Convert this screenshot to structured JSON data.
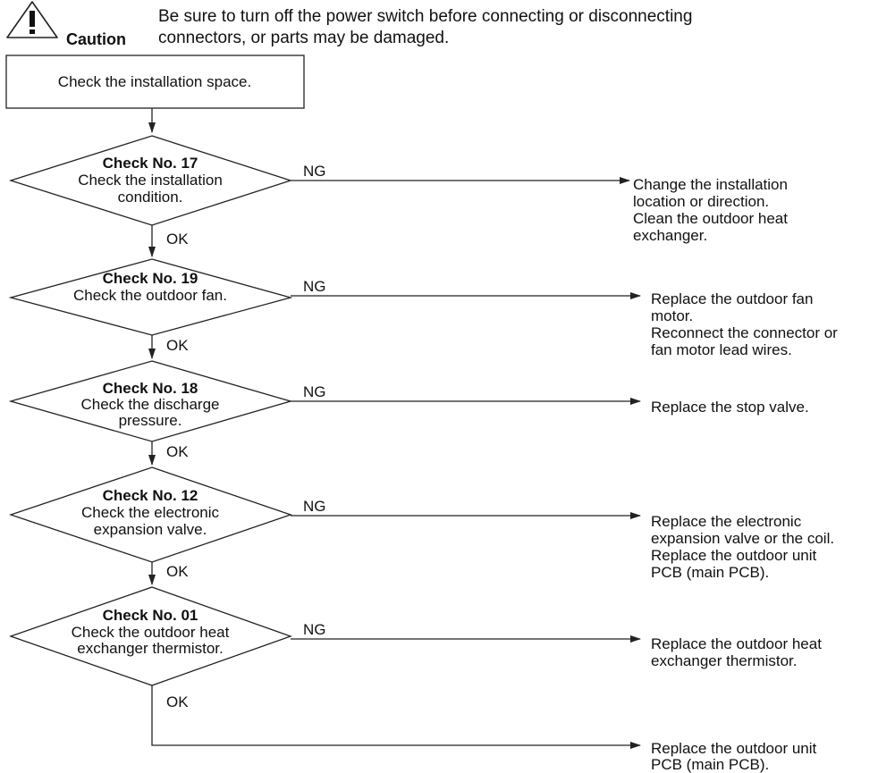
{
  "caution": {
    "label": "Caution",
    "line1": "Be sure to turn off the power switch before connecting or disconnecting",
    "line2": "connectors, or parts may be damaged."
  },
  "start_box": {
    "text": "Check the installation space."
  },
  "checks": [
    {
      "title": "Check No. 17",
      "lines": [
        "Check the installation",
        "condition."
      ],
      "ng": "NG",
      "ok": "OK",
      "result": [
        "Change the installation",
        "location or direction.",
        "Clean the outdoor heat",
        "exchanger."
      ]
    },
    {
      "title": "Check No. 19",
      "lines": [
        "Check the outdoor fan."
      ],
      "ng": "NG",
      "ok": "OK",
      "result": [
        "Replace the outdoor fan",
        "motor.",
        "Reconnect the connector or",
        "fan motor lead wires."
      ]
    },
    {
      "title": "Check No. 18",
      "lines": [
        "Check the discharge",
        "pressure."
      ],
      "ng": "NG",
      "ok": "OK",
      "result": [
        "Replace the stop valve."
      ]
    },
    {
      "title": "Check No. 12",
      "lines": [
        "Check the electronic",
        "expansion valve."
      ],
      "ng": "NG",
      "ok": "OK",
      "result": [
        "Replace the electronic",
        "expansion valve or the coil.",
        "Replace the outdoor unit",
        "PCB (main PCB)."
      ]
    },
    {
      "title": "Check No. 01",
      "lines": [
        "Check the outdoor heat",
        "exchanger thermistor."
      ],
      "ng": "NG",
      "ok": "OK",
      "result": [
        "Replace the outdoor heat",
        "exchanger thermistor."
      ]
    }
  ],
  "final_result": [
    "Replace the outdoor unit",
    "PCB (main PCB)."
  ]
}
